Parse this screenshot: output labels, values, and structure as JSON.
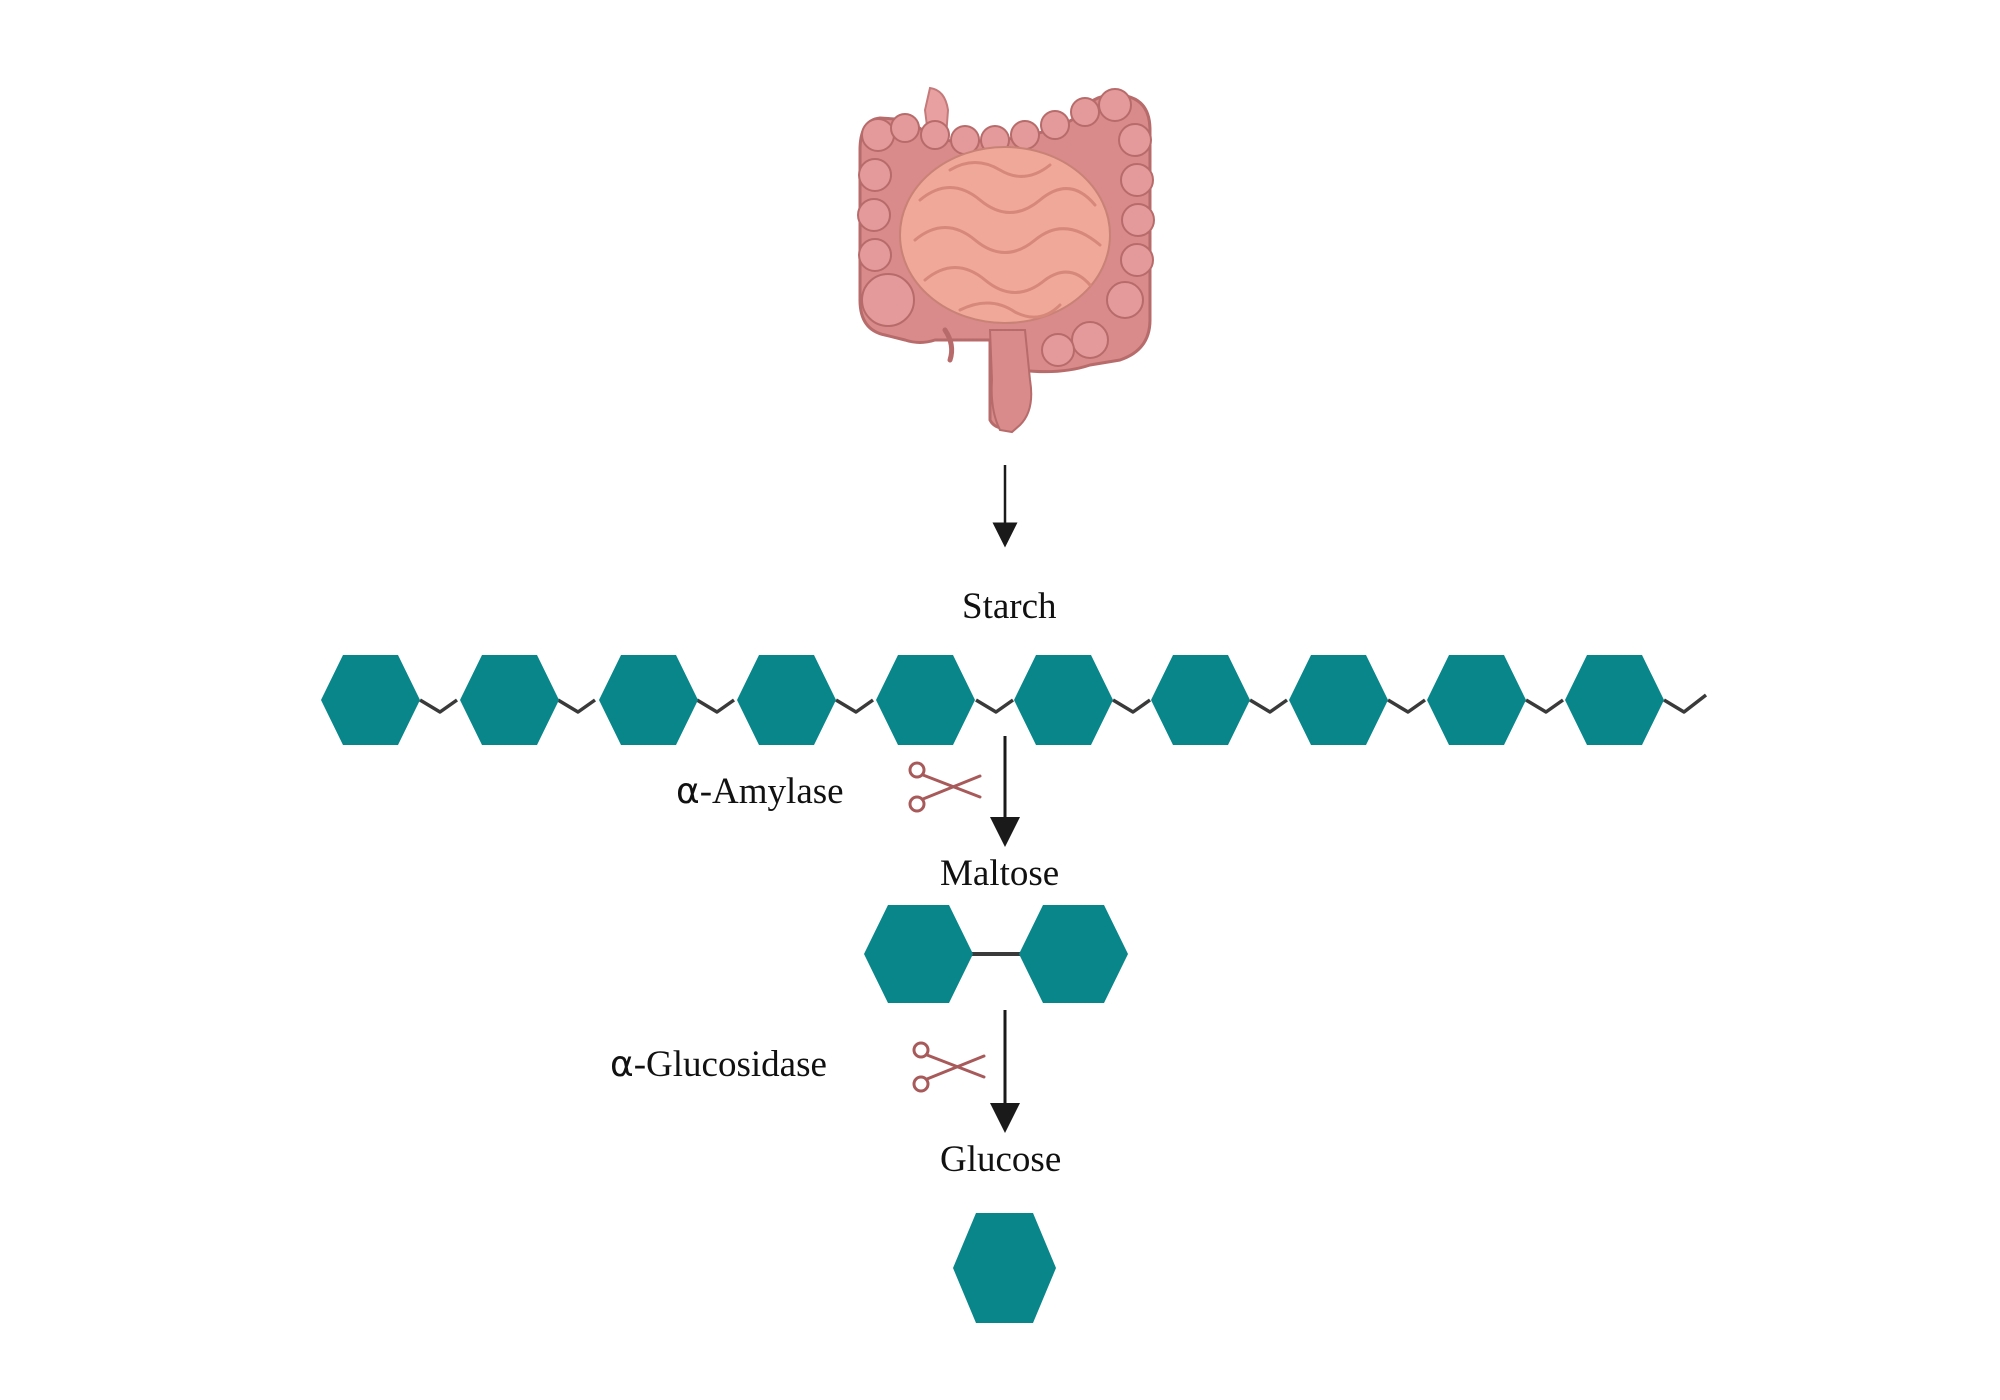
{
  "labels": {
    "starch": "Starch",
    "maltose": "Maltose",
    "glucose": "Glucose",
    "enzyme_1_greek": "α",
    "enzyme_1_name": "-Amylase",
    "enzyme_2_greek": "α",
    "enzyme_2_name": "-Glucosidase"
  },
  "colors": {
    "hexagon": "#08868a",
    "bond": "#3a3a3a",
    "arrow": "#1a1a1a",
    "scissors": "#a85a5a",
    "intestine_large": "#d98a8a",
    "intestine_small": "#f0a898"
  },
  "icons": {
    "organ": "intestines-icon",
    "cut_1": "scissors-icon",
    "cut_2": "scissors-icon"
  }
}
